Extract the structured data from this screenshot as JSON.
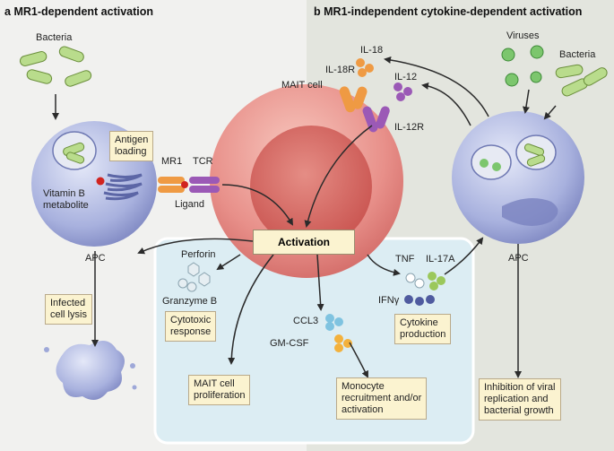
{
  "panel_a": {
    "letter": "a",
    "title": "MR1-dependent activation",
    "bacteria": "Bacteria",
    "antigen_loading": [
      "Antigen",
      "loading"
    ],
    "vitamin_b": [
      "Vitamin B",
      "metabolite"
    ],
    "mr1": "MR1",
    "tcr": "TCR",
    "ligand": "Ligand",
    "apc": "APC",
    "infected_lysis": [
      "Infected",
      "cell lysis"
    ]
  },
  "panel_b": {
    "letter": "b",
    "title": "MR1-independent cytokine-dependent activation",
    "viruses": "Viruses",
    "bacteria": "Bacteria",
    "apc": "APC",
    "inhibition": [
      "Inhibition of viral",
      "replication and",
      "bacterial growth"
    ]
  },
  "center": {
    "mait_cell": "MAIT cell",
    "il18": "IL-18",
    "il18r": "IL-18R",
    "il12": "IL-12",
    "il12r": "IL-12R",
    "activation": "Activation",
    "perforin": "Perforin",
    "granzyme": "Granzyme B",
    "cytotoxic": [
      "Cytotoxic",
      "response"
    ],
    "ccl3": "CCL3",
    "gmcsf": "GM-CSF",
    "tnf": "TNF",
    "il17a": "IL-17A",
    "ifng": "IFNγ",
    "cytokine_prod": [
      "Cytokine",
      "production"
    ],
    "mait_prolif": [
      "MAIT cell",
      "proliferation"
    ],
    "monocyte": [
      "Monocyte",
      "recruitment and/or",
      "activation"
    ]
  },
  "colors": {
    "mait_cell": "#e8908a",
    "apc": "#9ea8d8",
    "bacteria": "#b9dc8c",
    "virus": "#7cc66d",
    "il18": "#ef9a43",
    "il12": "#9b59b6",
    "label_box": "#fbf3d0",
    "effector_panel": "#dcedf3"
  }
}
